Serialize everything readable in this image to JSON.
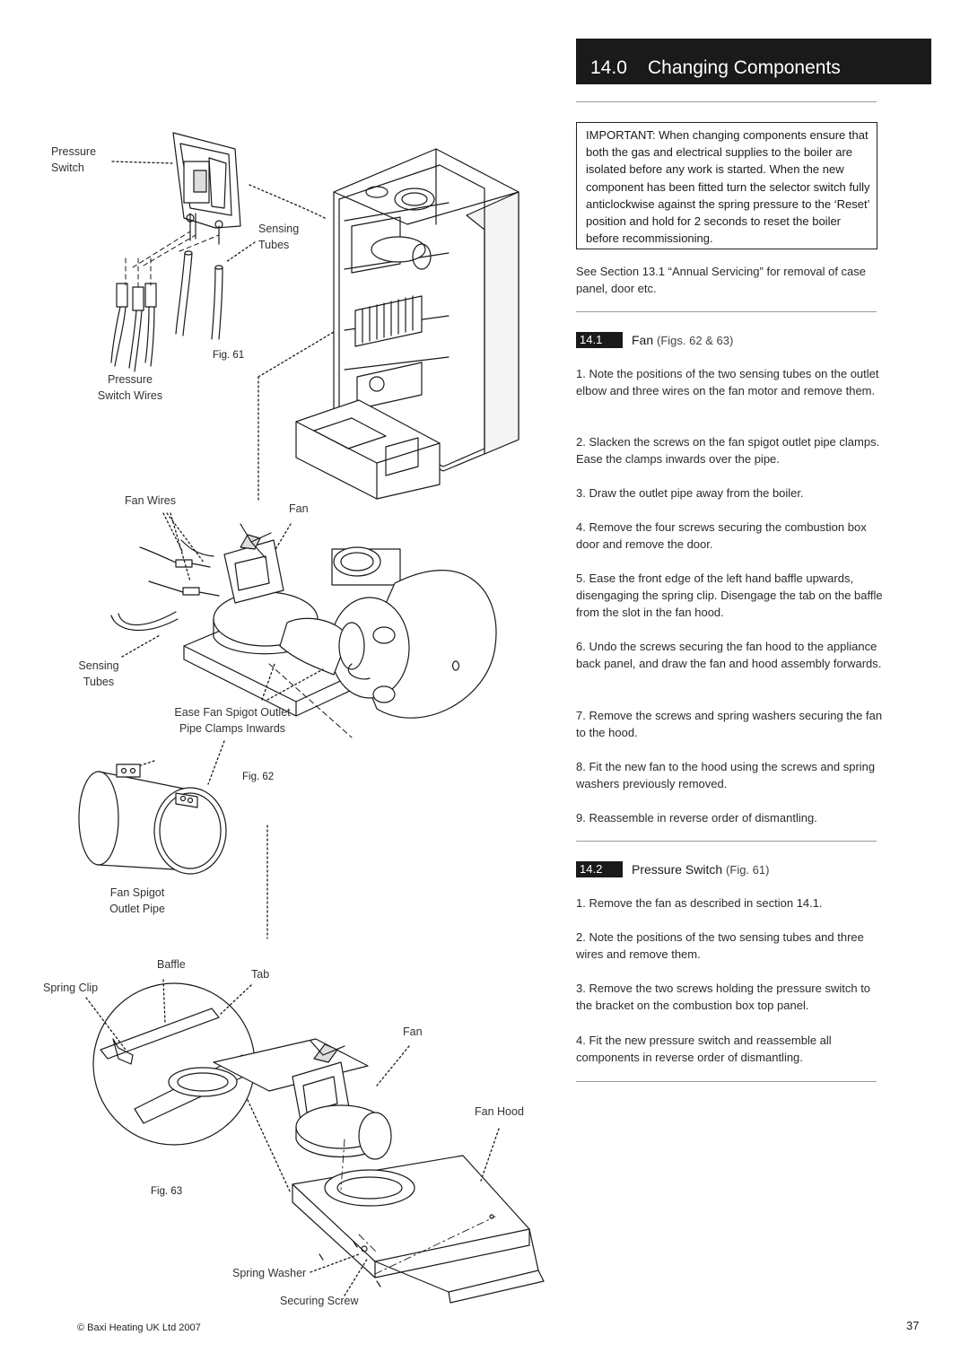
{
  "header": {
    "section_number": "14.0",
    "section_title": "Changing Components"
  },
  "important_note": "IMPORTANT: When changing components ensure that both the gas and electrical supplies to the boiler are isolated before any work is started. When the new component has been fitted turn the selector switch fully anticlockwise against the spring pressure to the ‘Reset’ position and hold for 2 seconds to reset the boiler before recommissioning.",
  "intro_text": "See Section 13.1 “Annual Servicing” for removal of case panel, door etc.",
  "section_14_1": {
    "number": "14.1",
    "title": "Fan",
    "ref": "(Figs. 62 & 63)",
    "steps": [
      "1. Note the positions of the two sensing tubes on the outlet elbow and three wires on the fan motor and remove them.",
      "2. Slacken the screws on the fan spigot outlet pipe clamps. Ease the clamps inwards over the pipe.",
      "3. Draw the outlet pipe away from the boiler.",
      "4. Remove the four screws securing the combustion box door and remove the door.",
      "5. Ease the front edge of the left hand baffle upwards, disengaging the spring clip. Disengage the tab on the baffle from the slot in the fan hood.",
      "6. Undo the screws securing the fan hood to the appliance back panel, and draw the fan and hood assembly forwards.",
      "7. Remove the screws and spring washers securing the fan to the hood.",
      "8. Fit the new fan to the hood using the screws and spring washers previously removed.",
      "9. Reassemble in reverse order of dismantling."
    ]
  },
  "section_14_2": {
    "number": "14.2",
    "title": "Pressure Switch",
    "ref": "(Fig. 61)",
    "steps": [
      "1. Remove the fan as described in section 14.1.",
      "2. Note the positions of the two sensing tubes and three wires and remove them.",
      "3. Remove the two screws holding the pressure switch to the bracket on the combustion box top panel.",
      "4. Fit the new pressure switch and reassemble all components in reverse order of dismantling."
    ]
  },
  "figures": {
    "fig61": {
      "caption": "Fig. 61",
      "labels": {
        "pressure_switch_1": "Pressure",
        "pressure_switch_2": "Switch",
        "sensing_tubes_1": "Sensing",
        "sensing_tubes_2": "Tubes",
        "pressure_switch_wires_1": "Pressure",
        "pressure_switch_wires_2": "Switch Wires"
      }
    },
    "fig62": {
      "caption": "Fig. 62",
      "labels": {
        "fan_wires": "Fan Wires",
        "fan": "Fan",
        "sensing_tubes_1": "Sensing",
        "sensing_tubes_2": "Tubes",
        "ease_fan_1": "Ease Fan Spigot Outlet",
        "ease_fan_2": "Pipe Clamps Inwards",
        "fan_spigot_1": "Fan Spigot",
        "fan_spigot_2": "Outlet Pipe"
      }
    },
    "fig63": {
      "caption": "Fig. 63",
      "labels": {
        "baffle": "Baffle",
        "tab": "Tab",
        "spring_clip": "Spring Clip",
        "fan": "Fan",
        "fan_hood": "Fan Hood",
        "spring_washer": "Spring Washer",
        "securing_screw": "Securing Screw"
      }
    }
  },
  "footer": {
    "copyright": "© Baxi Heating UK Ltd 2007",
    "page_number": "37"
  }
}
